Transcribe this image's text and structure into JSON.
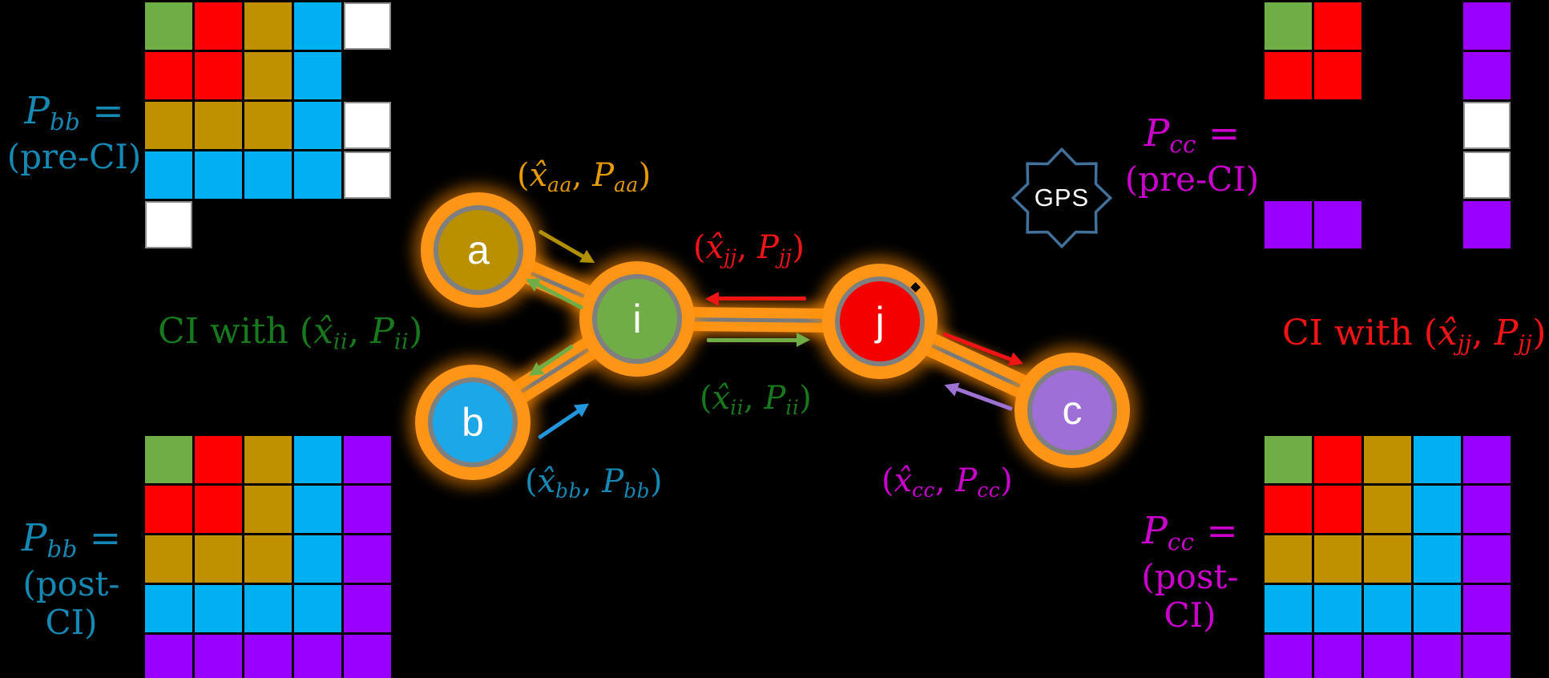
{
  "palette": {
    "background": "#000000",
    "matrix_green": "#6fad47",
    "matrix_red": "#fe0000",
    "matrix_dark_yellow": "#bf9000",
    "matrix_cyan": "#00b0f0",
    "matrix_purple": "#9900ff",
    "matrix_white": "#ffffff",
    "teal_text": "#1589b4",
    "green_text": "#17781c",
    "red_text": "#f01414",
    "magenta_text": "#cc00cc",
    "orange_text": "#e59a00",
    "edge_orange": "#ff9517",
    "node_ring_gray": "#7f7f7f",
    "node_a_fill": "#b89000",
    "node_b_fill": "#1ba7e8",
    "node_i_fill": "#70ad47",
    "node_j_fill": "#f40000",
    "node_c_fill": "#9e6fd6",
    "arrow_olive": "#b09000",
    "arrow_green": "#70ad47",
    "arrow_blue": "#2196dd",
    "arrow_red": "#f01414",
    "arrow_purple": "#9e72d2",
    "gps_stroke": "#41719c"
  },
  "cell_colors": {
    "g": "#6fad47",
    "r": "#fe0000",
    "o": "#bf9000",
    "c": "#00b0f0",
    "p": "#9900ff",
    "w": "#ffffff"
  },
  "panels": {
    "pbb_pre": {
      "eq": [
        {
          "t": "P",
          "it": 1
        },
        {
          "t": "bb",
          "sub": 1
        },
        {
          "t": " ="
        }
      ],
      "caption": "(pre-CI)",
      "rows": [
        [
          "g",
          "r",
          "o",
          "c",
          "w"
        ],
        [
          "r",
          "r",
          "o",
          "c",
          null
        ],
        [
          "o",
          "o",
          "o",
          "c",
          "w"
        ],
        [
          "c",
          "c",
          "c",
          "c",
          "w"
        ],
        [
          "w",
          null,
          null,
          null,
          null
        ]
      ]
    },
    "pbb_post": {
      "eq": [
        {
          "t": "P",
          "it": 1
        },
        {
          "t": "bb",
          "sub": 1
        },
        {
          "t": " ="
        }
      ],
      "caption": "(post-CI)",
      "rows": [
        [
          "g",
          "r",
          "o",
          "c",
          "p"
        ],
        [
          "r",
          "r",
          "o",
          "c",
          "p"
        ],
        [
          "o",
          "o",
          "o",
          "c",
          "p"
        ],
        [
          "c",
          "c",
          "c",
          "c",
          "p"
        ],
        [
          "p",
          "p",
          "p",
          "p",
          "p"
        ]
      ]
    },
    "pcc_pre": {
      "eq": [
        {
          "t": "P",
          "it": 1
        },
        {
          "t": "cc",
          "sub": 1
        },
        {
          "t": " ="
        }
      ],
      "caption": "(pre-CI)",
      "rows": [
        [
          "g",
          "r",
          null,
          null,
          "p"
        ],
        [
          "r",
          "r",
          null,
          null,
          "p"
        ],
        [
          null,
          null,
          null,
          null,
          "w"
        ],
        [
          null,
          null,
          null,
          null,
          "w"
        ],
        [
          "p",
          "p",
          null,
          null,
          "p"
        ]
      ]
    },
    "pcc_post": {
      "eq": [
        {
          "t": "P",
          "it": 1
        },
        {
          "t": "cc",
          "sub": 1
        },
        {
          "t": " ="
        }
      ],
      "caption": "(post-CI)",
      "rows": [
        [
          "g",
          "r",
          "o",
          "c",
          "p"
        ],
        [
          "r",
          "r",
          "o",
          "c",
          "p"
        ],
        [
          "o",
          "o",
          "o",
          "c",
          "p"
        ],
        [
          "c",
          "c",
          "c",
          "c",
          "p"
        ],
        [
          "p",
          "p",
          "p",
          "p",
          "p"
        ]
      ]
    }
  },
  "ci_labels": {
    "left": [
      {
        "t": "CI with  ("
      },
      {
        "t": "x̂",
        "it": 1
      },
      {
        "t": "ii",
        "sub": 1
      },
      {
        "t": ", "
      },
      {
        "t": "P",
        "it": 1
      },
      {
        "t": "ii",
        "sub": 1
      },
      {
        "t": ")"
      }
    ],
    "right": [
      {
        "t": "CI with  ("
      },
      {
        "t": "x̂",
        "it": 1
      },
      {
        "t": "jj",
        "sub": 1
      },
      {
        "t": ", "
      },
      {
        "t": "P",
        "it": 1
      },
      {
        "t": "jj",
        "sub": 1
      },
      {
        "t": ")"
      }
    ]
  },
  "estimates": {
    "aa": [
      {
        "t": "("
      },
      {
        "t": "x̂",
        "it": 1
      },
      {
        "t": "aa",
        "sub": 1
      },
      {
        "t": ", "
      },
      {
        "t": "P",
        "it": 1
      },
      {
        "t": "aa",
        "sub": 1
      },
      {
        "t": ")"
      }
    ],
    "jj": [
      {
        "t": "("
      },
      {
        "t": "x̂",
        "it": 1
      },
      {
        "t": "jj",
        "sub": 1
      },
      {
        "t": ", "
      },
      {
        "t": "P",
        "it": 1
      },
      {
        "t": "jj",
        "sub": 1
      },
      {
        "t": ")"
      }
    ],
    "ii": [
      {
        "t": "("
      },
      {
        "t": "x̂",
        "it": 1
      },
      {
        "t": "ii",
        "sub": 1
      },
      {
        "t": ", "
      },
      {
        "t": "P",
        "it": 1
      },
      {
        "t": "ii",
        "sub": 1
      },
      {
        "t": ")"
      }
    ],
    "bb": [
      {
        "t": "("
      },
      {
        "t": "x̂",
        "it": 1
      },
      {
        "t": "bb",
        "sub": 1
      },
      {
        "t": ", "
      },
      {
        "t": "P",
        "it": 1
      },
      {
        "t": "bb",
        "sub": 1
      },
      {
        "t": ")"
      }
    ],
    "cc": [
      {
        "t": "("
      },
      {
        "t": "x̂",
        "it": 1
      },
      {
        "t": "cc",
        "sub": 1
      },
      {
        "t": ", "
      },
      {
        "t": "P",
        "it": 1
      },
      {
        "t": "cc",
        "sub": 1
      },
      {
        "t": ")"
      }
    ]
  },
  "graph": {
    "nodes": {
      "a": "a",
      "b": "b",
      "i": "i",
      "j": "j",
      "c": "c"
    },
    "gps_label": "GPS"
  }
}
